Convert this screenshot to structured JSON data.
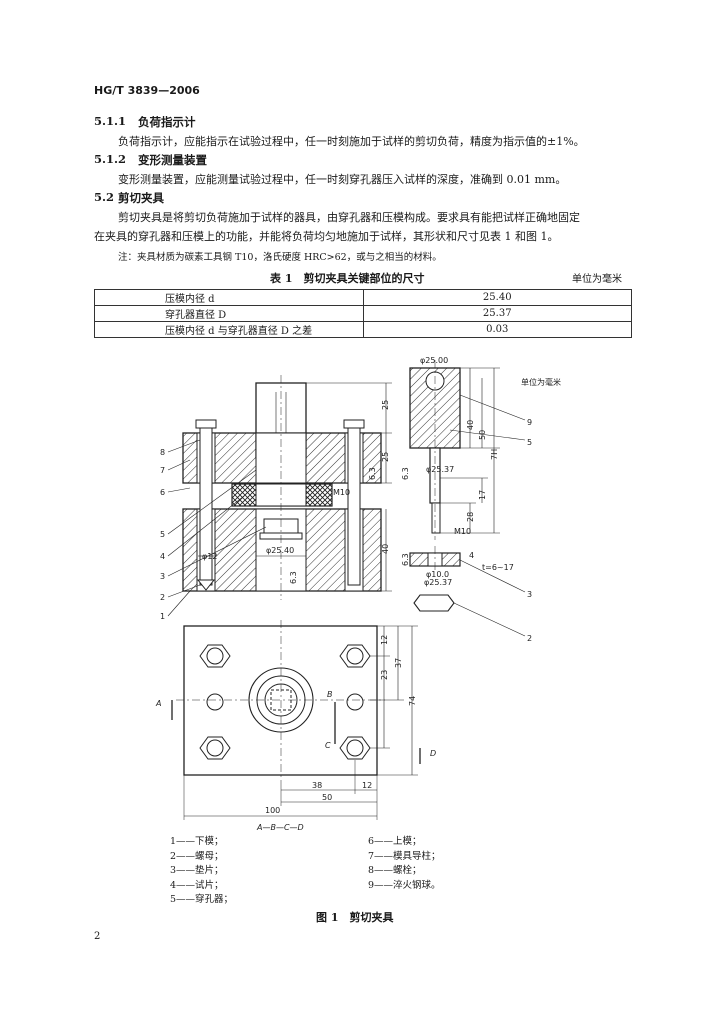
{
  "header": {
    "standard_code": "HG/T 3839—2006"
  },
  "sections": {
    "s511_num": "5.1.1",
    "s511_title": "负荷指示计",
    "s511_text": "负荷指示计，应能指示在试验过程中，任一时刻施加于试样的剪切负荷，精度为指示值的±1%。",
    "s512_num": "5.1.2",
    "s512_title": "变形测量装置",
    "s512_text": "变形测量装置，应能测量试验过程中，任一时刻穿孔器压入试样的深度，准确到 0.01 mm。",
    "s52_num": "5.2",
    "s52_title": "剪切夹具",
    "s52_text1": "剪切夹具是将剪切负荷施加于试样的器具，由穿孔器和压模构成。要求具有能把试样正确地固定",
    "s52_text2": "在夹具的穿孔器和压模上的功能，并能将负荷均匀地施加于试样，其形状和尺寸见表 1 和图 1。",
    "note": "注：夹具材质为碳素工具钢 T10，洛氏硬度 HRC>62，或与之相当的材料。"
  },
  "table1": {
    "caption": "表 1　剪切夹具关键部位的尺寸",
    "unit": "单位为毫米",
    "rows": [
      {
        "label": "压模内径 d",
        "value": "25.40"
      },
      {
        "label": "穿孔器直径 D",
        "value": "25.37"
      },
      {
        "label": "压模内径 d 与穿孔器直径 D 之差",
        "value": "0.03"
      }
    ]
  },
  "figure": {
    "unit": "单位为毫米",
    "labels": {
      "n1": "1",
      "n2": "2",
      "n3": "3",
      "n4": "4",
      "n5": "5",
      "n6": "6",
      "n7": "7",
      "n8": "8",
      "n9": "9",
      "r9": "9",
      "r5": "5",
      "r2": "2",
      "r3": "3",
      "d25_00": "φ25.00",
      "d25_37a": "φ25.37",
      "d25_37b": "φ25.37",
      "d25_40": "φ25.40",
      "d12": "φ12",
      "d10_0": "φ10.0",
      "m10a": "M10",
      "m10b": "M10",
      "dim25a": "25",
      "dim25b": "25",
      "dim40a": "40",
      "dim50": "50",
      "dim7h": "7H",
      "dim17": "17",
      "dim28": "28",
      "dim40b": "40",
      "dim6_3a": "6.3",
      "dim6_3b": "6.3",
      "dim6_3c": "6.3",
      "dim6_3d": "6.3",
      "t6_17": "t=6~17",
      "dim4": "4",
      "dim12a": "12",
      "dim37": "37",
      "dim23": "23",
      "dim74": "74",
      "dim38": "38",
      "dim12b": "12",
      "dim50b": "50",
      "dim100": "100",
      "secA": "A",
      "secB": "B",
      "secC": "C",
      "secD": "D",
      "section_label": "A—B—C—D"
    }
  },
  "legend": {
    "left": [
      "1——下模；",
      "2——螺母；",
      "3——垫片；",
      "4——试片；",
      "5——穿孔器；"
    ],
    "right": [
      "6——上模；",
      "7——模具导柱；",
      "8——螺栓；",
      "9——淬火钢球。"
    ]
  },
  "figure_caption": "图 1　剪切夹具",
  "page_number": "2"
}
